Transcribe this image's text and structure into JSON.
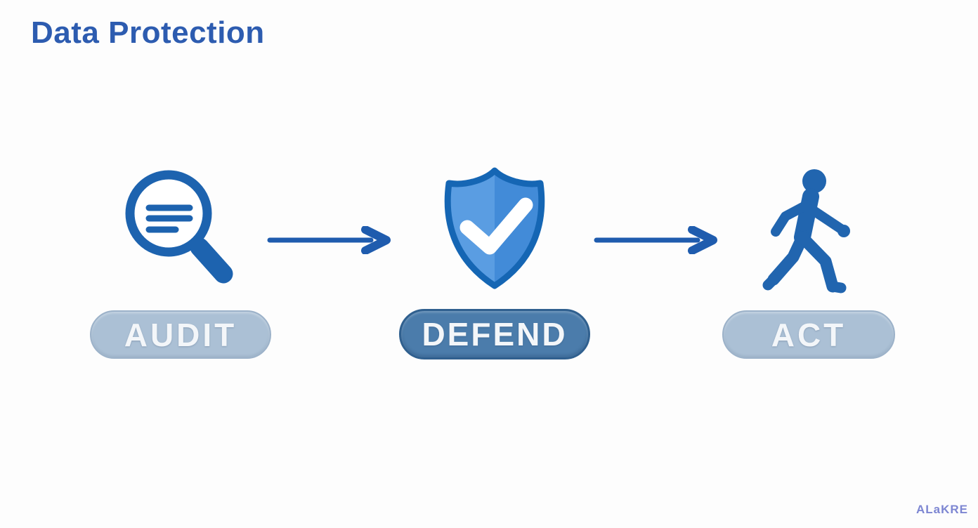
{
  "title": "Data Protection",
  "flow": {
    "steps": [
      {
        "id": "audit",
        "label": "AUDIT",
        "icon": "magnifier-document-icon",
        "style": "muted"
      },
      {
        "id": "defend",
        "label": "DEFEND",
        "icon": "shield-check-icon",
        "style": "emphasized"
      },
      {
        "id": "act",
        "label": "ACT",
        "icon": "walking-person-icon",
        "style": "muted"
      }
    ],
    "connectors": [
      {
        "from": "audit",
        "to": "defend",
        "type": "arrow-right"
      },
      {
        "from": "defend",
        "to": "act",
        "type": "arrow-right"
      }
    ]
  },
  "watermark": "ALaKRE",
  "colors": {
    "title_blue": "#2d5cb0",
    "icon_blue": "#1d63af",
    "arrow_blue": "#1f5cae",
    "shield_border": "#1566b4",
    "shield_fill_light": "#5a9de2",
    "shield_fill_dark": "#428bd8",
    "pill_muted_fill": "#abc0d5",
    "pill_emphasized_fill": "#4b7cab",
    "pill_text": "#f3f6f9",
    "background": "#fdfdfd",
    "watermark_color": "#7d86d2"
  }
}
